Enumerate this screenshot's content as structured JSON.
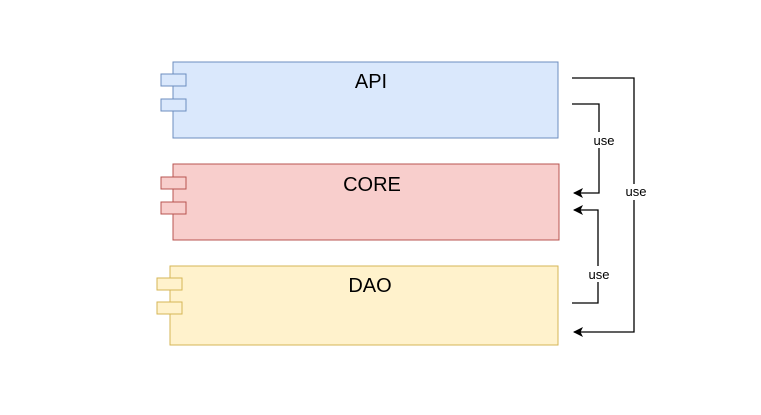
{
  "diagram": {
    "components": [
      {
        "id": "api",
        "label": "API",
        "fill": "#dae8fc",
        "stroke": "#6c8ebf"
      },
      {
        "id": "core",
        "label": "CORE",
        "fill": "#f8cecc",
        "stroke": "#b85450"
      },
      {
        "id": "dao",
        "label": "DAO",
        "fill": "#fff2cc",
        "stroke": "#d6b656"
      }
    ],
    "edges": [
      {
        "id": "api-core",
        "from": "API",
        "to": "CORE",
        "label": "use"
      },
      {
        "id": "dao-core",
        "from": "DAO",
        "to": "CORE",
        "label": "use"
      },
      {
        "id": "api-dao",
        "from": "API",
        "to": "DAO",
        "label": "use"
      }
    ],
    "edge_color": "#000000"
  }
}
